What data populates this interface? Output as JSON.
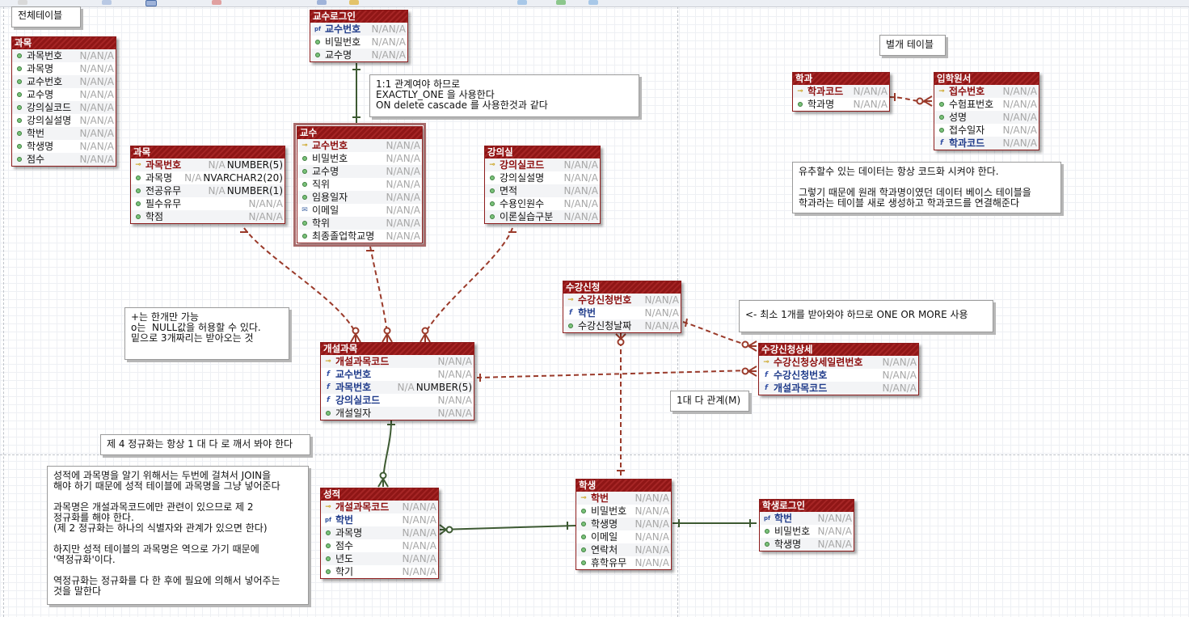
{
  "notes": {
    "all_tables": "전체테이블",
    "separate_tables": "별개 테이블",
    "one_to_one": "1:1 관계여야 하므로\nEXACTLY_ONE 을 사용한다\nON delete cascade 를 사용한것과 같다",
    "derived_data": "유추할수 있는 데이터는 항상 코드화 시켜야 한다.\n\n그렇기 때문에 원래 학과명이였던 데이터 베이스 테이블을\n학과라는 테이블 새로 생성하고 학과코드를 연결해준다",
    "plus_one": "+는 한개만 가능\no는  NULL값을 허용할 수 있다.\n밑으로 3개짜리는 받아오는 것",
    "one_or_more": "<- 최소 1개를 받아와야 하므로 ONE OR MORE 사용",
    "one_to_many": "1대 다 관계(M)",
    "fourth_nf": "제 4 정규화는 항상 1 대 다 로 깨서 봐야 한다",
    "grade_note": "성적에 과목명을 알기 위해서는 두번에 걸쳐서 JOIN을\n해야 하기 때문에 성적 테이블에 과목명을 그냥 넣어준다\n\n과목명은 개설과목코드에만 관련이 있으므로 제 2\n정규화를 해야 한다.\n(제 2 정규화는 하나의 식별자와 관계가 있으면 한다)\n\n하지만 성적 테이블의 과목명은 역으로 가기 때문에\n'역정규화'이다.\n\n역정규화는 정규화를 다 한 후에 필요에 의해서 넣어주는\n것을 말한다"
  },
  "entities": {
    "gwamok_all": {
      "title": "과목",
      "rows": [
        {
          "icon": "dot",
          "name": "과목번호",
          "type": "N/AN/A"
        },
        {
          "icon": "dot",
          "name": "과목명",
          "type": "N/AN/A"
        },
        {
          "icon": "dot",
          "name": "교수번호",
          "type": "N/AN/A"
        },
        {
          "icon": "dot",
          "name": "교수명",
          "type": "N/AN/A"
        },
        {
          "icon": "dot",
          "name": "강의실코드",
          "type": "N/AN/A"
        },
        {
          "icon": "dot",
          "name": "강의실설명",
          "type": "N/AN/A"
        },
        {
          "icon": "dot",
          "name": "학번",
          "type": "N/AN/A"
        },
        {
          "icon": "dot",
          "name": "학생명",
          "type": "N/AN/A"
        },
        {
          "icon": "dot",
          "name": "점수",
          "type": "N/AN/A"
        }
      ]
    },
    "gwamok": {
      "title": "과목",
      "rows": [
        {
          "icon": "pk",
          "name": "과목번호",
          "type": "N/A",
          "type2": "NUMBER(5)"
        },
        {
          "icon": "dot",
          "name": "과목명",
          "type": "N/A",
          "type2": "NVARCHAR2(20)"
        },
        {
          "icon": "dot",
          "name": "전공유무",
          "type": "N/A",
          "type2": "NUMBER(1)"
        },
        {
          "icon": "dot",
          "name": "필수유무",
          "type": "N/AN/A"
        },
        {
          "icon": "dot",
          "name": "학점",
          "type": "N/AN/A"
        }
      ]
    },
    "gyosu_login": {
      "title": "교수로그인",
      "rows": [
        {
          "icon": "pf",
          "name": "교수번호",
          "type": "N/AN/A"
        },
        {
          "icon": "dot",
          "name": "비밀번호",
          "type": "N/AN/A"
        },
        {
          "icon": "dot",
          "name": "교수명",
          "type": "N/AN/A"
        }
      ]
    },
    "gyosu": {
      "title": "교수",
      "rows": [
        {
          "icon": "pk",
          "name": "교수번호",
          "type": "N/AN/A"
        },
        {
          "icon": "dot",
          "name": "비밀번호",
          "type": "N/AN/A"
        },
        {
          "icon": "dot",
          "name": "교수명",
          "type": "N/AN/A"
        },
        {
          "icon": "dot",
          "name": "직위",
          "type": "N/AN/A"
        },
        {
          "icon": "dot",
          "name": "임용일자",
          "type": "N/AN/A"
        },
        {
          "icon": "mail",
          "name": "이메일",
          "type": "N/AN/A"
        },
        {
          "icon": "dot",
          "name": "학위",
          "type": "N/AN/A"
        },
        {
          "icon": "dot",
          "name": "최종졸업학교명",
          "type": "N/AN/A"
        }
      ]
    },
    "gangeuisil": {
      "title": "강의실",
      "rows": [
        {
          "icon": "pk",
          "name": "강의실코드",
          "type": "N/AN/A"
        },
        {
          "icon": "dot",
          "name": "강의실설명",
          "type": "N/AN/A"
        },
        {
          "icon": "dot",
          "name": "면적",
          "type": "N/AN/A"
        },
        {
          "icon": "dot",
          "name": "수용인원수",
          "type": "N/AN/A"
        },
        {
          "icon": "dot",
          "name": "이론실습구분",
          "type": "N/AN/A"
        }
      ]
    },
    "hakgwa": {
      "title": "학과",
      "rows": [
        {
          "icon": "pk",
          "name": "학과코드",
          "type": "N/AN/A"
        },
        {
          "icon": "dot",
          "name": "학과명",
          "type": "N/AN/A"
        }
      ]
    },
    "iphakwonseo": {
      "title": "입학원서",
      "rows": [
        {
          "icon": "pk",
          "name": "접수번호",
          "type": "N/AN/A"
        },
        {
          "icon": "dot",
          "name": "수험표번호",
          "type": "N/AN/A"
        },
        {
          "icon": "dot",
          "name": "성명",
          "type": "N/AN/A"
        },
        {
          "icon": "dot",
          "name": "접수일자",
          "type": "N/AN/A"
        },
        {
          "icon": "fk",
          "name": "학과코드",
          "type": "N/AN/A"
        }
      ]
    },
    "sugang_sincheong": {
      "title": "수강신청",
      "rows": [
        {
          "icon": "pk",
          "name": "수강신청번호",
          "type": "N/AN/A"
        },
        {
          "icon": "fk",
          "name": "학번",
          "type": "N/AN/A"
        },
        {
          "icon": "dot",
          "name": "수강신청날짜",
          "type": "N/AN/A"
        }
      ]
    },
    "sugang_sangse": {
      "title": "수강신청상세",
      "rows": [
        {
          "icon": "pk",
          "name": "수강신청상세일련번호",
          "type": "N/AN/A"
        },
        {
          "icon": "fk",
          "name": "수강신청번호",
          "type": "N/AN/A"
        },
        {
          "icon": "fk",
          "name": "개설과목코드",
          "type": "N/AN/A"
        }
      ]
    },
    "gaeseol_gwamok": {
      "title": "개설과목",
      "rows": [
        {
          "icon": "pk",
          "name": "개설과목코드",
          "type": "N/AN/A"
        },
        {
          "icon": "fk",
          "name": "교수번호",
          "type": "N/AN/A"
        },
        {
          "icon": "fk",
          "name": "과목번호",
          "type": "N/A",
          "type2": "NUMBER(5)"
        },
        {
          "icon": "fk",
          "name": "강의실코드",
          "type": "N/AN/A"
        },
        {
          "icon": "dot",
          "name": "개설일자",
          "type": "N/AN/A"
        }
      ]
    },
    "seongjeok": {
      "title": "성적",
      "rows": [
        {
          "icon": "pk",
          "name": "개설과목코드",
          "type": "N/AN/A"
        },
        {
          "icon": "pf",
          "name": "학번",
          "type": "N/AN/A"
        },
        {
          "icon": "dot",
          "name": "과목명",
          "type": "N/AN/A"
        },
        {
          "icon": "dot",
          "name": "점수",
          "type": "N/AN/A"
        },
        {
          "icon": "dot",
          "name": "년도",
          "type": "N/AN/A"
        },
        {
          "icon": "dot",
          "name": "학기",
          "type": "N/AN/A"
        }
      ]
    },
    "haksaeng": {
      "title": "학생",
      "rows": [
        {
          "icon": "pk",
          "name": "학번",
          "type": "N/AN/A"
        },
        {
          "icon": "dot",
          "name": "비밀번호",
          "type": "N/AN/A"
        },
        {
          "icon": "dot",
          "name": "학생명",
          "type": "N/AN/A"
        },
        {
          "icon": "dot",
          "name": "이메일",
          "type": "N/AN/A"
        },
        {
          "icon": "dot",
          "name": "연락처",
          "type": "N/AN/A"
        },
        {
          "icon": "dot",
          "name": "휴학유무",
          "type": "N/AN/A"
        }
      ]
    },
    "haksaeng_login": {
      "title": "학생로그인",
      "rows": [
        {
          "icon": "pf",
          "name": "학번",
          "type": "N/AN/A"
        },
        {
          "icon": "dot",
          "name": "비밀번호",
          "type": "N/AN/A"
        },
        {
          "icon": "dot",
          "name": "학생명",
          "type": "N/AN/A"
        }
      ]
    }
  },
  "colors": {
    "header": "#8f1616",
    "relation_dashed": "#9a3a2a",
    "relation_solid": "#3d5a32"
  }
}
